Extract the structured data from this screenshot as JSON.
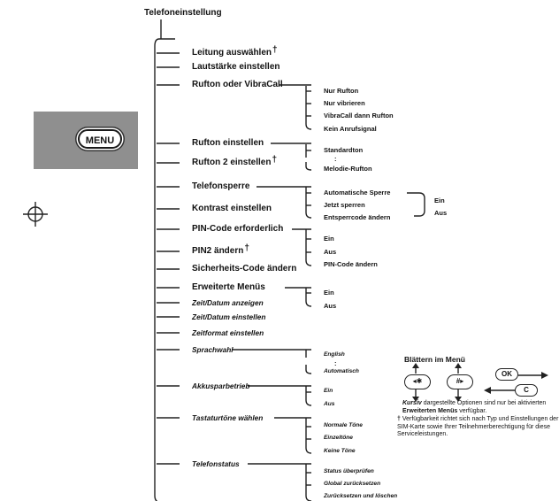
{
  "page_title": "Telefoneinstellung",
  "menu_button_label": "MENU",
  "main_items": [
    {
      "label": "Leitung auswählen",
      "dagger": "†"
    },
    {
      "label": "Lautstärke einstellen"
    },
    {
      "label": "Rufton oder VibraCall"
    },
    {
      "label": "Rufton einstellen"
    },
    {
      "label": "Rufton 2 einstellen",
      "dagger": "†"
    },
    {
      "label": "Telefonsperre"
    },
    {
      "label": "Kontrast einstellen"
    },
    {
      "label": "PIN-Code erforderlich"
    },
    {
      "label": "PIN2 ändern",
      "dagger": "†"
    },
    {
      "label": "Sicherheits-Code ändern"
    },
    {
      "label": "Erweiterte Menüs"
    },
    {
      "label": "Zeit/Datum anzeigen"
    },
    {
      "label": "Zeit/Datum einstellen"
    },
    {
      "label": "Zeitformat einstellen"
    },
    {
      "label": "Sprachwahl"
    },
    {
      "label": "Akkusparbetrieb"
    },
    {
      "label": "Tastaturtöne wählen"
    },
    {
      "label": "Telefonstatus"
    }
  ],
  "sub_groups": {
    "rufton_vibracall": [
      "Nur Rufton",
      "Nur vibrieren",
      "VibraCall dann Rufton",
      "Kein Anrufsignal"
    ],
    "rufton": [
      "Standardton",
      "Melodie-Rufton"
    ],
    "telefonsperre": [
      "Automatische Sperre",
      "Jetzt sperren",
      "Entsperrcode ändern"
    ],
    "ein_aus_lock": [
      "Ein",
      "Aus"
    ],
    "pin": [
      "Ein",
      "Aus",
      "PIN-Code ändern"
    ],
    "erweiterte": [
      "Ein",
      "Aus"
    ],
    "sprachwahl": [
      "English",
      "Automatisch"
    ],
    "akkuspar": [
      "Ein",
      "Aus"
    ],
    "tastaturtoene": [
      "Normale Töne",
      "Einzeltöne",
      "Keine Töne"
    ],
    "telefonstatus": [
      "Status überprüfen",
      "Global zurücksetzen",
      "Zurücksetzen und löschen"
    ]
  },
  "ellipsis": ":",
  "legend": {
    "title": "Blättern im Menü",
    "keys": {
      "star": "◂✱",
      "hash": "#▸",
      "ok": "OK",
      "c": "C"
    },
    "note_italic": "Kursiv",
    "note_text1": " dargestellte Optionen sind nur bei aktivierten ",
    "note_bold": "Erweiterten Menüs",
    "note_text2": " verfügbar.",
    "footnote_mark": "†",
    "footnote": "Verfügbarkeit richtet sich nach Typ und Einstellungen der SIM-Karte sowie Ihrer Teilnehmerberechtigung für diese Serviceleistungen."
  }
}
